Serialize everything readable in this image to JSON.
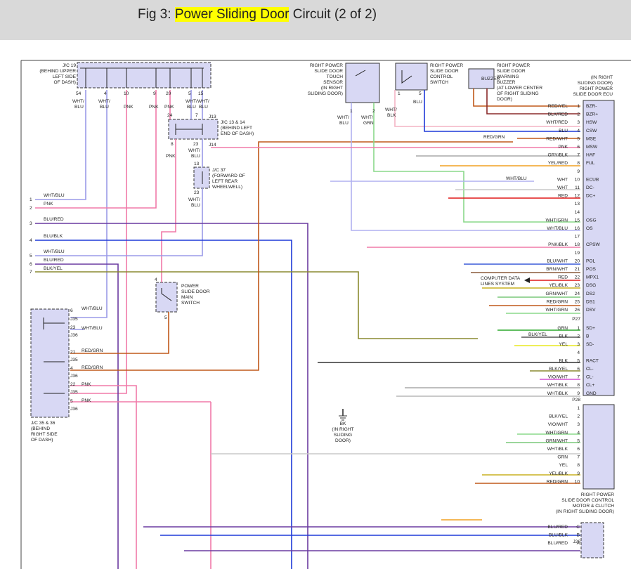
{
  "header": {
    "title_prefix": "Fig 3: ",
    "title_highlight": "Power Sliding Door",
    "title_suffix": " Circuit (2 of 2)"
  },
  "colors": {
    "header_bg": "#d9d9d9",
    "highlight": "#ffff00",
    "component_fill": "#d8d8f4"
  },
  "labels": [
    {
      "id": "jc19",
      "lines": [
        "J/C 19",
        "(BEHIND UPPER",
        "LEFT SIDE",
        "OF DASH)"
      ]
    },
    {
      "id": "jc1314",
      "lines": [
        "J/C 13 & 14",
        "(BEHIND LEFT",
        "END OF DASH)"
      ]
    },
    {
      "id": "jc37",
      "lines": [
        "J/C 37",
        "(FORWARD OF",
        "LEFT REAR",
        "WHEELWELL)"
      ]
    },
    {
      "id": "touch",
      "lines": [
        "RIGHT POWER",
        "SLIDE DOOR",
        "TOUCH",
        "SENSOR",
        "(IN RIGHT",
        "SLIDING DOOR)"
      ]
    },
    {
      "id": "ctrlsw",
      "lines": [
        "RIGHT POWER",
        "SLIDE DOOR",
        "CONTROL",
        "SWITCH"
      ]
    },
    {
      "id": "buzzer",
      "lines": [
        "RIGHT POWER",
        "SLIDE DOOR",
        "WARNING",
        "BUZZER",
        "(AT LOWER CENTER",
        "OF RIGHT SLIDING",
        "DOOR)"
      ]
    },
    {
      "id": "ecu",
      "lines": [
        "(IN RIGHT",
        "SLIDING DOOR)",
        "RIGHT POWER",
        "SLIDE DOOR ECU"
      ]
    },
    {
      "id": "mainsw",
      "lines": [
        "POWER",
        "SLIDE DOOR",
        "MAIN",
        "SWITCH"
      ]
    },
    {
      "id": "jc3536",
      "lines": [
        "J/C 35 & 36",
        "(BEHIND",
        "RIGHT SIDE",
        "OF DASH)"
      ]
    },
    {
      "id": "ground",
      "lines": [
        "BK",
        "(IN RIGHT",
        "SLIDING",
        "DOOR)"
      ]
    },
    {
      "id": "motor",
      "lines": [
        "RIGHT POWER",
        "SLIDE DOOR CONTROL",
        "MOTOR & CLUTCH",
        "(IN RIGHT SLIDING DOOR)"
      ]
    },
    {
      "id": "cdl",
      "lines": [
        "COMPUTER DATA",
        "LINES SYSTEM"
      ]
    }
  ],
  "texts": [
    {
      "id": "buzzer_box",
      "t": "BUZZER"
    },
    {
      "id": "j13",
      "t": "J13"
    },
    {
      "id": "j14",
      "t": "J14"
    },
    {
      "id": "p27",
      "t": "P27"
    },
    {
      "id": "p28",
      "t": "P28"
    },
    {
      "id": "j26",
      "t": "J26"
    },
    {
      "id": "jc19_54",
      "t": "54"
    },
    {
      "id": "jc19_4",
      "t": "4"
    },
    {
      "id": "jc19_10",
      "t": "10"
    },
    {
      "id": "jc19_9",
      "t": "9"
    },
    {
      "id": "jc19_20",
      "t": "20"
    },
    {
      "id": "jc19_5",
      "t": "5"
    },
    {
      "id": "jc19_15",
      "t": "15"
    },
    {
      "id": "w54",
      "t": "WHT/"
    },
    {
      "id": "w54b",
      "t": "BLU"
    },
    {
      "id": "w4",
      "t": "WHT/"
    },
    {
      "id": "w4b",
      "t": "BLU"
    },
    {
      "id": "w10",
      "t": "PNK"
    },
    {
      "id": "w9",
      "t": "PNK"
    },
    {
      "id": "w20",
      "t": "PNK"
    },
    {
      "id": "w5",
      "t": "WHT/"
    },
    {
      "id": "w5b",
      "t": "BLU"
    },
    {
      "id": "w15",
      "t": "WHT/"
    },
    {
      "id": "w15b",
      "t": "BLU"
    },
    {
      "id": "p24",
      "t": "24"
    },
    {
      "id": "p7",
      "t": "7"
    },
    {
      "id": "p8",
      "t": "8"
    },
    {
      "id": "p23",
      "t": "23"
    },
    {
      "id": "pnk8",
      "t": "PNK"
    },
    {
      "id": "w23",
      "t": "WHT/"
    },
    {
      "id": "w23b",
      "t": "BLU"
    },
    {
      "id": "p13",
      "t": "13"
    },
    {
      "id": "p23b",
      "t": "23"
    },
    {
      "id": "w37",
      "t": "WHT/"
    },
    {
      "id": "w37b",
      "t": "BLU"
    },
    {
      "id": "l1",
      "t": "1"
    },
    {
      "id": "l2",
      "t": "2"
    },
    {
      "id": "l3",
      "t": "3"
    },
    {
      "id": "l4",
      "t": "4"
    },
    {
      "id": "l5",
      "t": "5"
    },
    {
      "id": "l6",
      "t": "6"
    },
    {
      "id": "l7",
      "t": "7"
    },
    {
      "id": "lw1",
      "t": "WHT/BLU"
    },
    {
      "id": "lw2",
      "t": "PNK"
    },
    {
      "id": "lw3",
      "t": "BLU/RED"
    },
    {
      "id": "lw4",
      "t": "BLU/BLK"
    },
    {
      "id": "lw5",
      "t": "WHT/BLU"
    },
    {
      "id": "lw6",
      "t": "BLU/RED"
    },
    {
      "id": "lw7",
      "t": "BLK/YEL"
    },
    {
      "id": "ms4",
      "t": "4"
    },
    {
      "id": "ms5",
      "t": "5"
    },
    {
      "id": "j6",
      "t": "6"
    },
    {
      "id": "j23",
      "t": "23"
    },
    {
      "id": "j21",
      "t": "21"
    },
    {
      "id": "j4",
      "t": "4"
    },
    {
      "id": "j22",
      "t": "22"
    },
    {
      "id": "j5",
      "t": "5"
    },
    {
      "id": "j35a",
      "t": "J35"
    },
    {
      "id": "j36a",
      "t": "J36"
    },
    {
      "id": "j35b",
      "t": "J35"
    },
    {
      "id": "j36b",
      "t": "J36"
    },
    {
      "id": "j35c",
      "t": "J35"
    },
    {
      "id": "j36c",
      "t": "J36"
    },
    {
      "id": "jw6",
      "t": "WHT/BLU"
    },
    {
      "id": "jw23",
      "t": "WHT/BLU"
    },
    {
      "id": "jw21",
      "t": "RED/GRN"
    },
    {
      "id": "jw4",
      "t": "RED/GRN"
    },
    {
      "id": "jw22",
      "t": "PNK"
    },
    {
      "id": "jw5",
      "t": "PNK"
    },
    {
      "id": "ts1",
      "t": "1"
    },
    {
      "id": "ts2",
      "t": "2"
    },
    {
      "id": "tsw1",
      "t": "WHT/"
    },
    {
      "id": "tsw1b",
      "t": "BLU"
    },
    {
      "id": "tsw2",
      "t": "WHT/"
    },
    {
      "id": "tsw2b",
      "t": "GRN"
    },
    {
      "id": "cs1",
      "t": "1"
    },
    {
      "id": "cs5",
      "t": "5"
    },
    {
      "id": "csw1",
      "t": "WHT/"
    },
    {
      "id": "csw1b",
      "t": "BLK"
    },
    {
      "id": "csw5",
      "t": "BLU"
    },
    {
      "id": "midredgrn",
      "t": "RED/GRN"
    },
    {
      "id": "midwhtblu",
      "t": "WHT/BLU"
    },
    {
      "id": "midblkyel",
      "t": "BLK/YEL"
    }
  ],
  "ecu_pins": [
    {
      "w": "RED/YEL",
      "n": "1",
      "name": "BZR-"
    },
    {
      "w": "BLK/RED",
      "n": "2",
      "name": "BZR+"
    },
    {
      "w": "WHT/RED",
      "n": "3",
      "name": "HSW"
    },
    {
      "w": "BLU",
      "n": "4",
      "name": "CSW"
    },
    {
      "w": "RED/WHT",
      "n": "5",
      "name": "MSE"
    },
    {
      "w": "PNK",
      "n": "6",
      "name": "MSW"
    },
    {
      "w": "GRY/BLK",
      "n": "7",
      "name": "HAF"
    },
    {
      "w": "YEL/RED",
      "n": "8",
      "name": "FUL"
    },
    {
      "w": "",
      "n": "9",
      "name": ""
    },
    {
      "w": "WHT",
      "n": "10",
      "name": "ECUB"
    },
    {
      "w": "WHT",
      "n": "11",
      "name": "DC-"
    },
    {
      "w": "RED",
      "n": "12",
      "name": "DC+"
    },
    {
      "w": "",
      "n": "13",
      "name": ""
    },
    {
      "w": "",
      "n": "14",
      "name": ""
    },
    {
      "w": "WHT/GRN",
      "n": "15",
      "name": "OSG"
    },
    {
      "w": "WHT/BLU",
      "n": "16",
      "name": "OS"
    },
    {
      "w": "",
      "n": "17",
      "name": ""
    },
    {
      "w": "PNK/BLK",
      "n": "18",
      "name": "CPSW"
    },
    {
      "w": "",
      "n": "19",
      "name": ""
    },
    {
      "w": "BLU/WHT",
      "n": "20",
      "name": "POL"
    },
    {
      "w": "BRN/WHT",
      "n": "21",
      "name": "POS"
    },
    {
      "w": "RED",
      "n": "22",
      "name": "MPX1"
    },
    {
      "w": "YEL/BLK",
      "n": "23",
      "name": "DSG"
    },
    {
      "w": "GRN/WHT",
      "n": "24",
      "name": "DS2"
    },
    {
      "w": "RED/GRN",
      "n": "25",
      "name": "DS1"
    },
    {
      "w": "WHT/GRN",
      "n": "26",
      "name": "DSV"
    }
  ],
  "p27_pins": [
    {
      "w": "GRN",
      "n": "1",
      "name": "SD+"
    },
    {
      "w": "BLK",
      "n": "2",
      "name": "B"
    },
    {
      "w": "YEL",
      "n": "3",
      "name": "SD-"
    },
    {
      "w": "",
      "n": "4",
      "name": ""
    },
    {
      "w": "BLK",
      "n": "5",
      "name": "RACT"
    },
    {
      "w": "BLK/YEL",
      "n": "6",
      "name": "CL-"
    },
    {
      "w": "VIO/WHT",
      "n": "7",
      "name": "CL-"
    },
    {
      "w": "WHT/BLK",
      "n": "8",
      "name": "CL+"
    },
    {
      "w": "WHT/BLK",
      "n": "9",
      "name": "GND"
    }
  ],
  "p28_pins": [
    {
      "w": "",
      "n": "1"
    },
    {
      "w": "BLK/YEL",
      "n": "2"
    },
    {
      "w": "VIO/WHT",
      "n": "3"
    },
    {
      "w": "WHT/GRN",
      "n": "4"
    },
    {
      "w": "GRN/WHT",
      "n": "5"
    },
    {
      "w": "WHT/BLK",
      "n": "6"
    },
    {
      "w": "GRN",
      "n": "7"
    },
    {
      "w": "YEL",
      "n": "8"
    },
    {
      "w": "YEL/BLK",
      "n": "9"
    },
    {
      "w": "RED/GRN",
      "n": "10"
    }
  ],
  "j26_pins": [
    {
      "w": "BLU/RED",
      "n": "C"
    },
    {
      "w": "BLU/BLK",
      "n": "B"
    },
    {
      "w": "BLU/RED",
      "n": "A"
    }
  ]
}
